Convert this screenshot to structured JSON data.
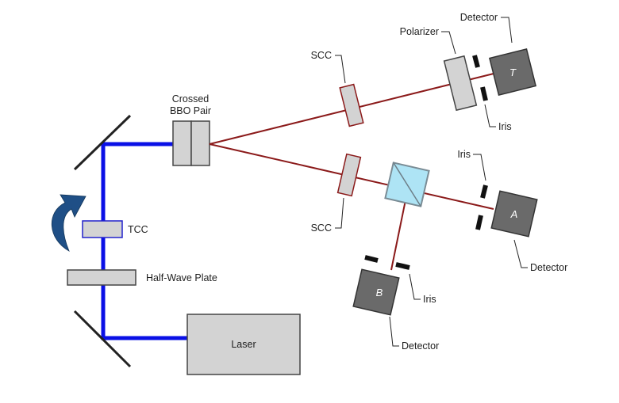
{
  "labels": {
    "crossed_bbo_line1": "Crossed",
    "crossed_bbo_line2": "BBO Pair",
    "tcc": "TCC",
    "half_wave_plate": "Half-Wave Plate",
    "laser": "Laser",
    "scc_upper": "SCC",
    "scc_lower": "SCC",
    "polarizer": "Polarizer",
    "detector_top": "Detector",
    "iris_top": "Iris",
    "iris_right": "Iris",
    "detector_right": "Detector",
    "iris_bottom": "Iris",
    "detector_bottom": "Detector"
  },
  "detectors": {
    "t": "T",
    "a": "A",
    "b": "B"
  },
  "colors": {
    "pump_beam": "#0a10e6",
    "signal_beam": "#8b1a1a",
    "component_fill": "#d3d3d3",
    "component_stroke": "#444444",
    "detector_fill": "#6a6a6a",
    "beamsplitter_fill": "#aee4f5",
    "rotation_arrow": "#1f4f86",
    "mirror": "#222222"
  }
}
